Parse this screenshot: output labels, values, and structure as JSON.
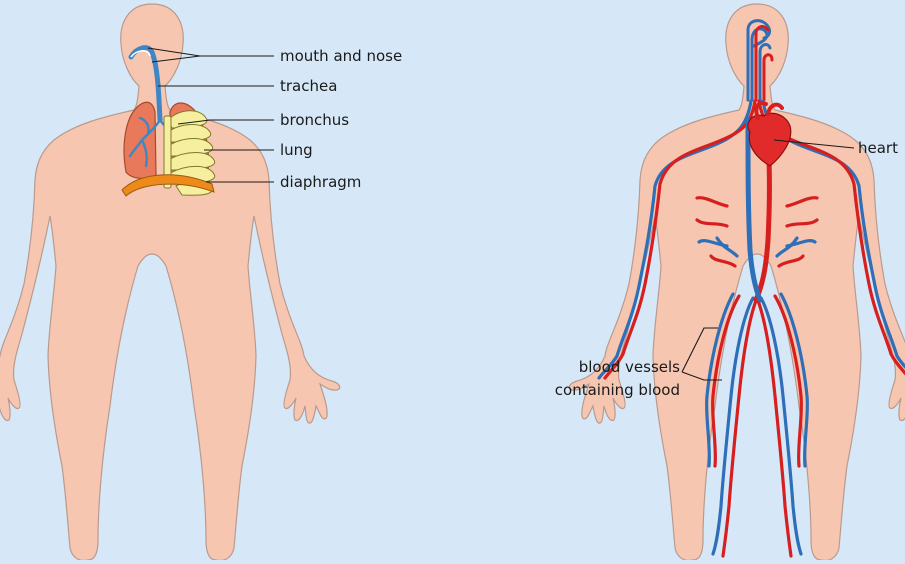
{
  "respiratory": {
    "labels": {
      "mouth_nose": "mouth and nose",
      "trachea": "trachea",
      "bronchus": "bronchus",
      "lung": "lung",
      "diaphragm": "diaphragm"
    }
  },
  "circulatory": {
    "labels": {
      "heart": "heart",
      "vessels_line1": "blood vessels",
      "vessels_line2": "containing blood"
    }
  },
  "colors": {
    "background": "#d6e8f7",
    "skin": "#f7c6b0",
    "skin_outline": "#b99a8e",
    "lung": "#e8795a",
    "airway": "#3f86c7",
    "ribs": "#f6efa0",
    "diaphragm": "#ee8a1a",
    "artery": "#d71f1f",
    "vein": "#2f6fb8"
  }
}
